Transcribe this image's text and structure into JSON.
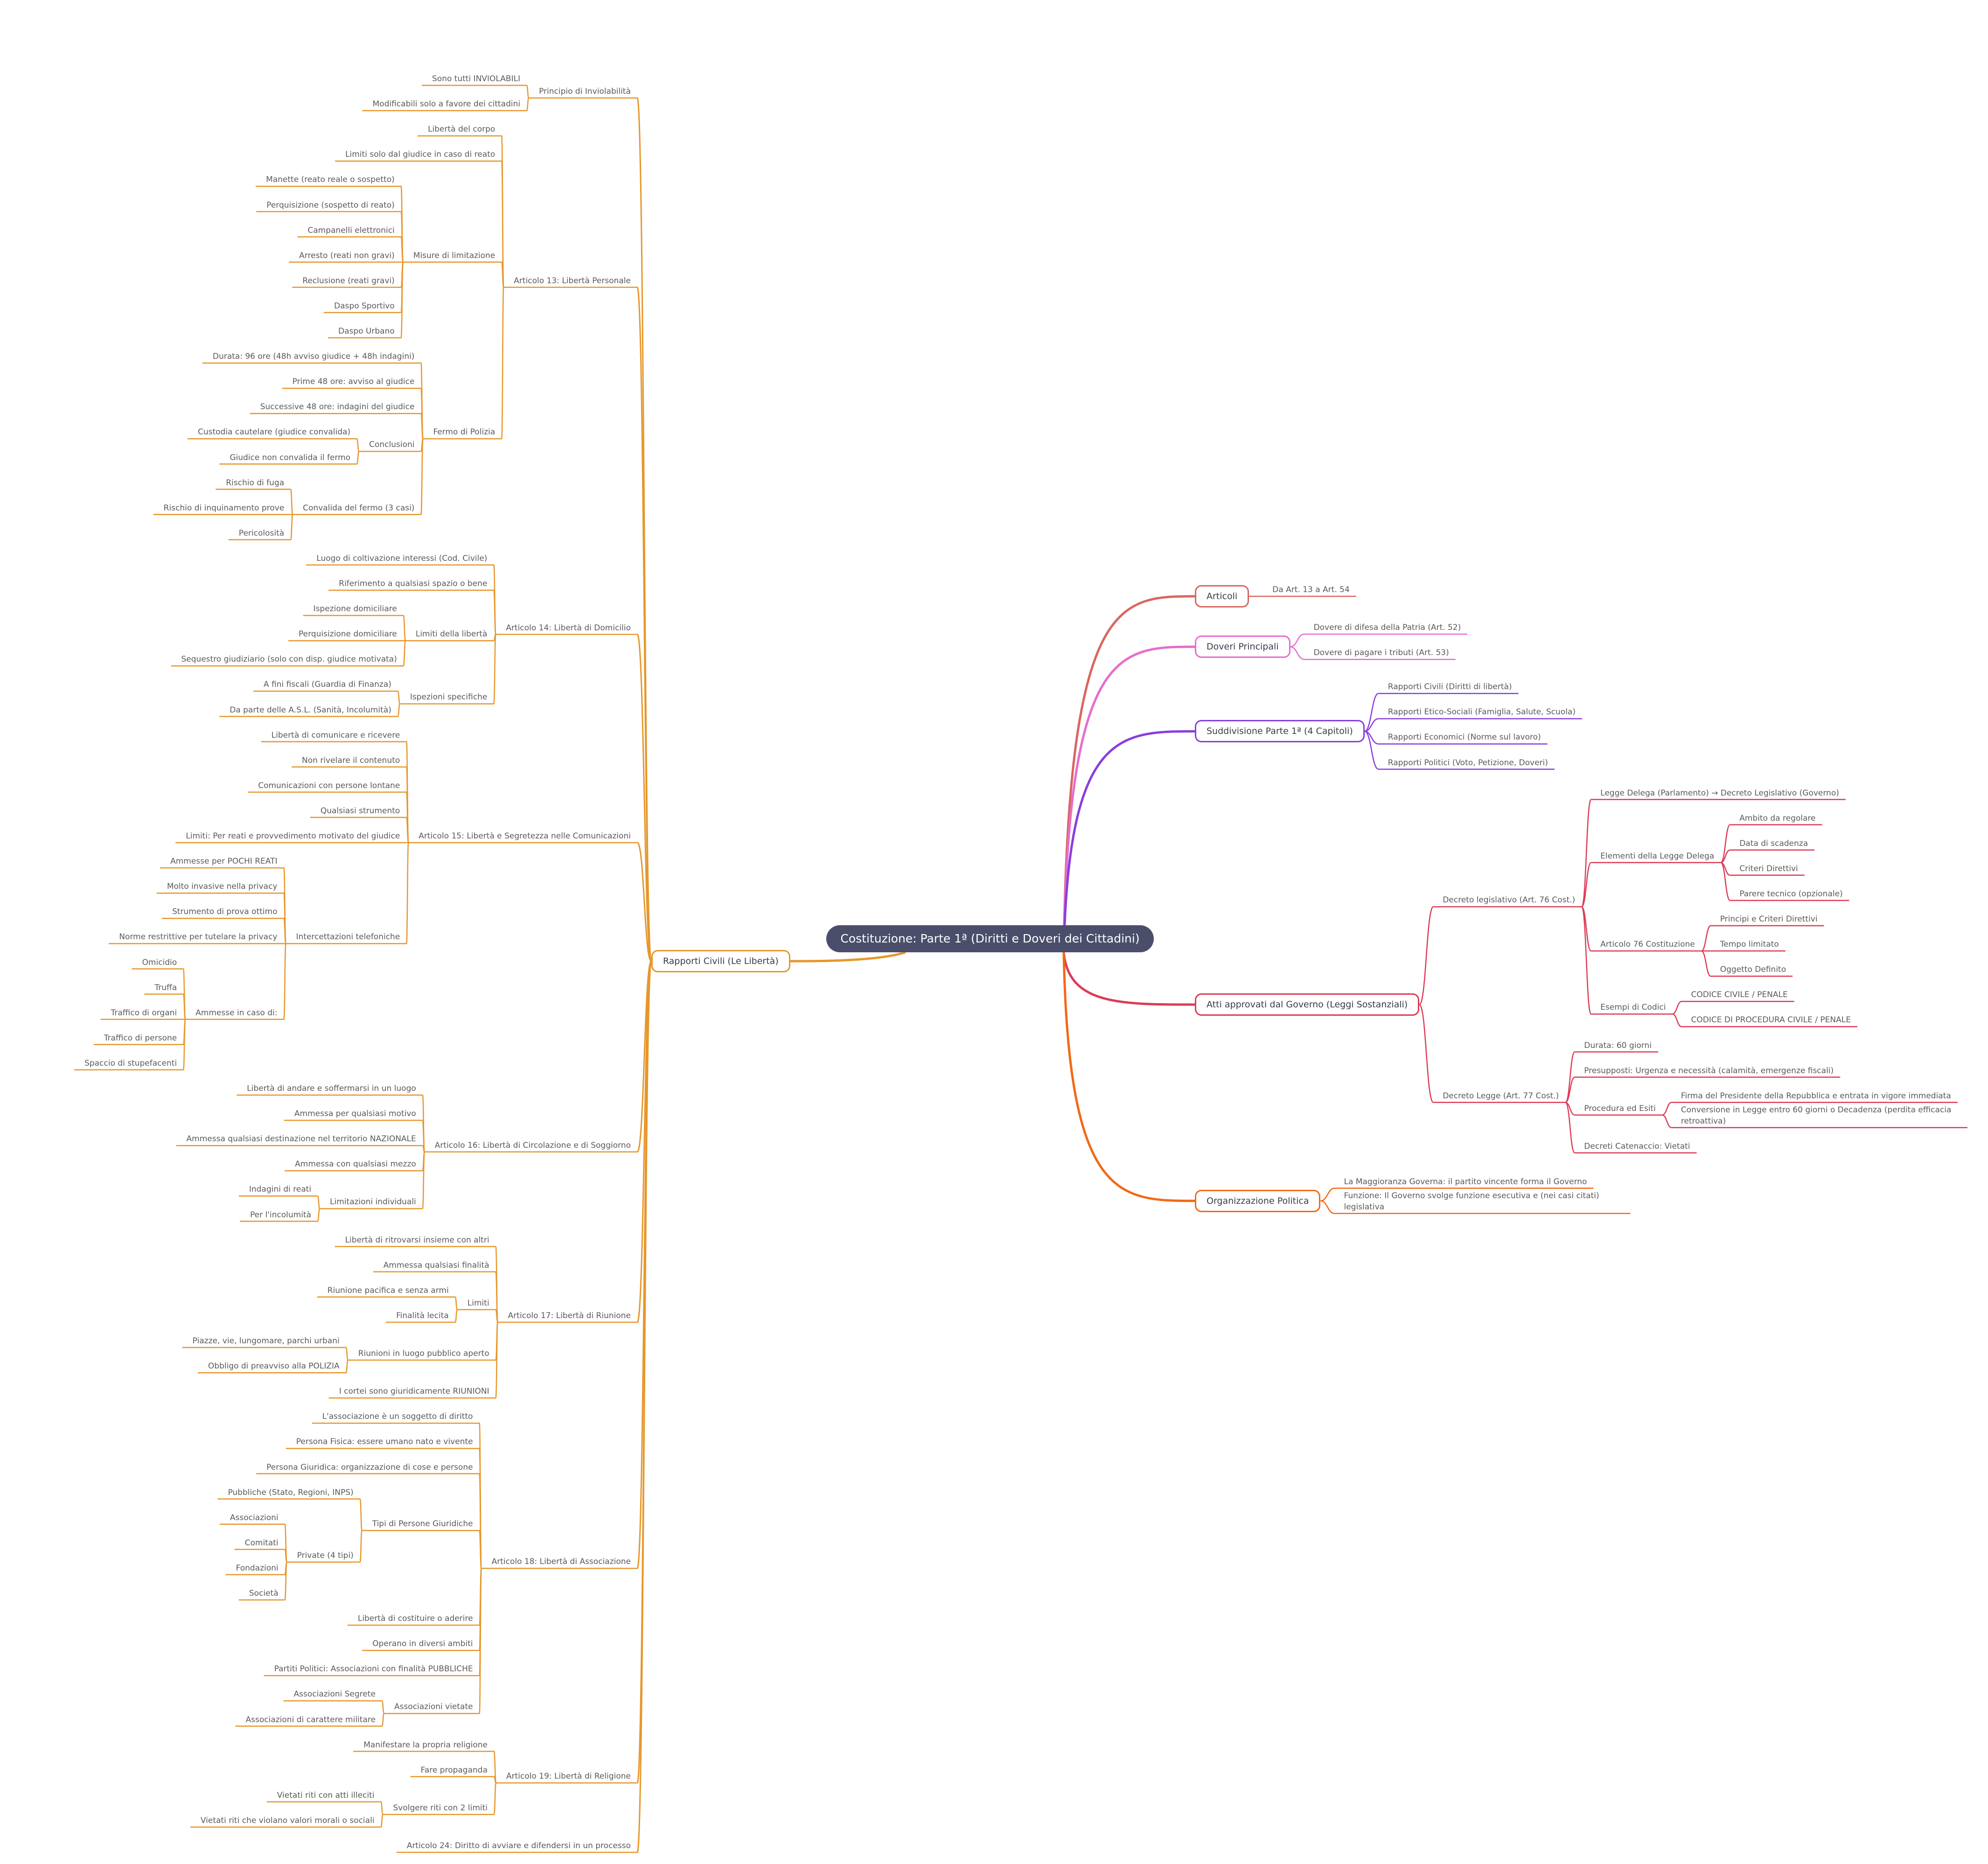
{
  "root": "Costituzione: Parte 1ª (Diritti e Doveri dei Cittadini)",
  "colors": {
    "root_bg": "#4b4e6b",
    "left": "#e6972c",
    "articoli": "#d9665f",
    "doveri": "#e66dcd",
    "suddivisione": "#8a3ddc",
    "atti": "#dc3b56",
    "organizzazione": "#f26916"
  },
  "left": [
    {
      "text": "Rapporti Civili (Le Libertà)",
      "children": [
        {
          "text": "Principio di Inviolabilità",
          "children": [
            {
              "text": "Sono tutti INVIOLABILI"
            },
            {
              "text": "Modificabili solo a favore dei cittadini"
            }
          ]
        },
        {
          "text": "Articolo 13: Libertà Personale",
          "children": [
            {
              "text": "Libertà del corpo"
            },
            {
              "text": "Limiti solo dal giudice in caso di reato"
            },
            {
              "text": "Misure di limitazione",
              "children": [
                {
                  "text": "Manette (reato reale o sospetto)"
                },
                {
                  "text": "Perquisizione (sospetto di reato)"
                },
                {
                  "text": "Campanelli elettronici"
                },
                {
                  "text": "Arresto (reati non gravi)"
                },
                {
                  "text": "Reclusione (reati gravi)"
                },
                {
                  "text": "Daspo Sportivo"
                },
                {
                  "text": "Daspo Urbano"
                }
              ]
            },
            {
              "text": "Fermo di Polizia",
              "children": [
                {
                  "text": "Durata: 96 ore (48h avviso giudice + 48h indagini)"
                },
                {
                  "text": "Prime 48 ore: avviso al giudice"
                },
                {
                  "text": "Successive 48 ore: indagini del giudice"
                },
                {
                  "text": "Conclusioni",
                  "children": [
                    {
                      "text": "Custodia cautelare (giudice convalida)"
                    },
                    {
                      "text": "Giudice non convalida il fermo"
                    }
                  ]
                },
                {
                  "text": "Convalida del fermo (3 casi)",
                  "children": [
                    {
                      "text": "Rischio di fuga"
                    },
                    {
                      "text": "Rischio di inquinamento prove"
                    },
                    {
                      "text": "Pericolosità"
                    }
                  ]
                }
              ]
            }
          ]
        },
        {
          "text": "Articolo 14: Libertà di Domicilio",
          "children": [
            {
              "text": "Luogo di coltivazione interessi (Cod. Civile)"
            },
            {
              "text": "Riferimento a qualsiasi spazio o bene"
            },
            {
              "text": "Limiti della libertà",
              "children": [
                {
                  "text": "Ispezione domiciliare"
                },
                {
                  "text": "Perquisizione domiciliare"
                },
                {
                  "text": "Sequestro giudiziario (solo con disp. giudice motivata)"
                }
              ]
            },
            {
              "text": "Ispezioni specifiche",
              "children": [
                {
                  "text": "A fini fiscali (Guardia di Finanza)"
                },
                {
                  "text": "Da parte delle A.S.L. (Sanità, Incolumità)"
                }
              ]
            }
          ]
        },
        {
          "text": "Articolo 15: Libertà e Segretezza nelle Comunicazioni",
          "children": [
            {
              "text": "Libertà di comunicare e ricevere"
            },
            {
              "text": "Non rivelare il contenuto"
            },
            {
              "text": "Comunicazioni con persone lontane"
            },
            {
              "text": "Qualsiasi strumento"
            },
            {
              "text": "Limiti: Per reati e provvedimento motivato del giudice"
            },
            {
              "text": "Intercettazioni telefoniche",
              "children": [
                {
                  "text": "Ammesse per POCHI REATI"
                },
                {
                  "text": "Molto invasive nella privacy"
                },
                {
                  "text": "Strumento di prova ottimo"
                },
                {
                  "text": "Norme restrittive per tutelare la privacy"
                },
                {
                  "text": "Ammesse in caso di:",
                  "children": [
                    {
                      "text": "Omicidio"
                    },
                    {
                      "text": "Truffa"
                    },
                    {
                      "text": "Traffico di organi"
                    },
                    {
                      "text": "Traffico di persone"
                    },
                    {
                      "text": "Spaccio di stupefacenti"
                    }
                  ]
                }
              ]
            }
          ]
        },
        {
          "text": "Articolo 16: Libertà di Circolazione e di Soggiorno",
          "children": [
            {
              "text": "Libertà di andare e soffermarsi in un luogo"
            },
            {
              "text": "Ammessa per qualsiasi motivo"
            },
            {
              "text": "Ammessa qualsiasi destinazione nel territorio NAZIONALE"
            },
            {
              "text": "Ammessa con qualsiasi mezzo"
            },
            {
              "text": "Limitazioni individuali",
              "children": [
                {
                  "text": "Indagini di reati"
                },
                {
                  "text": "Per l'incolumità"
                }
              ]
            }
          ]
        },
        {
          "text": "Articolo 17: Libertà di Riunione",
          "children": [
            {
              "text": "Libertà di ritrovarsi insieme con altri"
            },
            {
              "text": "Ammessa qualsiasi finalità"
            },
            {
              "text": "Limiti",
              "children": [
                {
                  "text": "Riunione pacifica e senza armi"
                },
                {
                  "text": "Finalità lecita"
                }
              ]
            },
            {
              "text": "Riunioni in luogo pubblico aperto",
              "children": [
                {
                  "text": "Piazze, vie, lungomare, parchi urbani"
                },
                {
                  "text": "Obbligo di preavviso alla POLIZIA"
                }
              ]
            },
            {
              "text": "I cortei sono giuridicamente RIUNIONI"
            }
          ]
        },
        {
          "text": "Articolo 18: Libertà di Associazione",
          "children": [
            {
              "text": "L'associazione è un soggetto di diritto"
            },
            {
              "text": "Persona Fisica: essere umano nato e vivente"
            },
            {
              "text": "Persona Giuridica: organizzazione di cose e persone"
            },
            {
              "text": "Tipi di Persone Giuridiche",
              "children": [
                {
                  "text": "Pubbliche (Stato, Regioni, INPS)"
                },
                {
                  "text": "Private (4 tipi)",
                  "children": [
                    {
                      "text": "Associazioni"
                    },
                    {
                      "text": "Comitati"
                    },
                    {
                      "text": "Fondazioni"
                    },
                    {
                      "text": "Società"
                    }
                  ]
                }
              ]
            },
            {
              "text": "Libertà di costituire o aderire"
            },
            {
              "text": "Operano in diversi ambiti"
            },
            {
              "text": "Partiti Politici: Associazioni con finalità PUBBLICHE"
            },
            {
              "text": "Associazioni vietate",
              "children": [
                {
                  "text": "Associazioni Segrete"
                },
                {
                  "text": "Associazioni di carattere militare"
                }
              ]
            }
          ]
        },
        {
          "text": "Articolo 19: Libertà di Religione",
          "children": [
            {
              "text": "Manifestare la propria religione"
            },
            {
              "text": "Fare propaganda"
            },
            {
              "text": "Svolgere riti con 2 limiti",
              "children": [
                {
                  "text": "Vietati riti con atti illeciti"
                },
                {
                  "text": "Vietati riti che violano valori morali o sociali"
                }
              ]
            }
          ]
        },
        {
          "text": "Articolo 24: Diritto di avviare e difendersi in un processo"
        }
      ]
    }
  ],
  "right": [
    {
      "text": "Articoli",
      "children": [
        {
          "text": "Da Art. 13 a Art. 54"
        }
      ]
    },
    {
      "text": "Doveri Principali",
      "children": [
        {
          "text": "Dovere di difesa della Patria (Art. 52)"
        },
        {
          "text": "Dovere di pagare i tributi (Art. 53)"
        }
      ]
    },
    {
      "text": "Suddivisione Parte 1ª (4 Capitoli)",
      "children": [
        {
          "text": "Rapporti Civili (Diritti di libertà)"
        },
        {
          "text": "Rapporti Etico-Sociali (Famiglia, Salute, Scuola)"
        },
        {
          "text": "Rapporti Economici (Norme sul lavoro)"
        },
        {
          "text": "Rapporti Politici (Voto, Petizione, Doveri)"
        }
      ]
    },
    {
      "text": "Atti approvati dal Governo (Leggi Sostanziali)",
      "children": [
        {
          "text": "Decreto legislativo (Art. 76 Cost.)",
          "children": [
            {
              "text": "Legge Delega (Parlamento) → Decreto Legislativo (Governo)"
            },
            {
              "text": "Elementi della Legge Delega",
              "children": [
                {
                  "text": "Ambito da regolare"
                },
                {
                  "text": "Data di scadenza"
                },
                {
                  "text": "Criteri Direttivi"
                },
                {
                  "text": "Parere tecnico (opzionale)"
                }
              ]
            },
            {
              "text": "Articolo 76 Costituzione",
              "children": [
                {
                  "text": "Principi e Criteri Direttivi"
                },
                {
                  "text": "Tempo limitato"
                },
                {
                  "text": "Oggetto Definito"
                }
              ]
            },
            {
              "text": "Esempi di Codici",
              "children": [
                {
                  "text": "CODICE CIVILE / PENALE"
                },
                {
                  "text": "CODICE DI PROCEDURA CIVILE / PENALE"
                }
              ]
            }
          ]
        },
        {
          "text": "Decreto Legge (Art. 77 Cost.)",
          "children": [
            {
              "text": "Durata: 60 giorni"
            },
            {
              "text": "Presupposti: Urgenza e necessità (calamità, emergenze fiscali)"
            },
            {
              "text": "Procedura ed Esiti",
              "children": [
                {
                  "text": "Firma del Presidente della Repubblica e entrata in vigore immediata"
                },
                {
                  "text": "Conversione in Legge entro 60 giorni o Decadenza (perdita efficacia retroattiva)"
                }
              ]
            },
            {
              "text": "Decreti Catenaccio: Vietati"
            }
          ]
        }
      ]
    },
    {
      "text": "Organizzazione Politica",
      "children": [
        {
          "text": "La Maggioranza Governa: il partito vincente forma il Governo"
        },
        {
          "text": "Funzione: Il Governo svolge funzione esecutiva e (nei casi citati) legislativa"
        }
      ]
    }
  ]
}
